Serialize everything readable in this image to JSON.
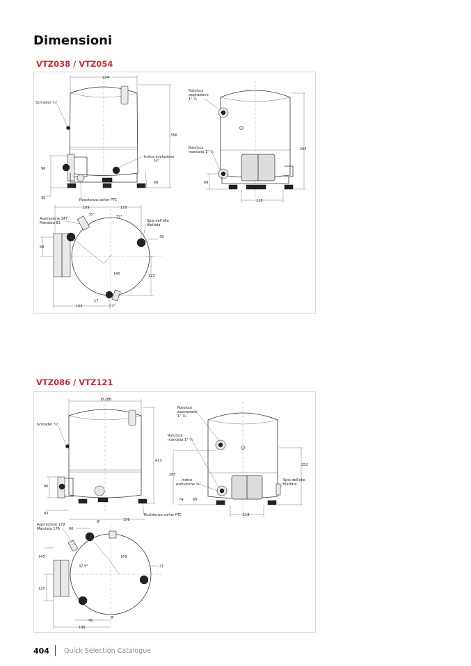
{
  "page": {
    "title": "Dimensioni",
    "number": "404",
    "footer_title": "Quick Selection Catalogue"
  },
  "section1": {
    "title": "VTZ038 / VTZ054",
    "labels": {
      "d224": "224",
      "d356": "356",
      "d96": "96",
      "d68a": "68",
      "d30": "30",
      "d68b": "68",
      "d263": "263",
      "d118a": "118",
      "d109": "109",
      "d118b": "118",
      "d35": "35°",
      "d37": "37°",
      "d39": "39",
      "d68c": "68",
      "d140": "140",
      "d123": "123",
      "d17a": "17",
      "d17b": "17°",
      "d166": "166",
      "schrader": "Schrader ¼\"",
      "indice_1": "Indice evoluzione",
      "indice_2": "⅜\"",
      "resistenza": "Resistenza carter PTC",
      "rot_asp_1": "Rotolock",
      "rot_asp_2": "aspirazione",
      "rot_asp_3": "1\" ¾",
      "rot_man_1": "Rotolock",
      "rot_man_2": "mandata 1\" ¼",
      "aspirazione": "Aspirazione 147",
      "mandata": "Mandata 81",
      "spia_1": "Spia dell'olio",
      "spia_2": "filettata"
    }
  },
  "section2": {
    "title": "VTZ086 / VTZ121",
    "labels": {
      "d288": "Ø 288",
      "d413": "413",
      "d96": "96",
      "d43": "43",
      "d265": "265",
      "d252": "252",
      "d74": "74",
      "d68": "68",
      "d118": "118",
      "d156": "156",
      "d60": "60",
      "d8a": "8°",
      "d145": "145",
      "d169": "169",
      "d375": "37.5°",
      "d21": "21",
      "d125": "125",
      "d96b": "96",
      "d8b": "8°",
      "d196": "196",
      "schrader": "Schrader ¼\"",
      "resistenza": "Resistenza carter PTC",
      "rot_asp_1": "Rotolock",
      "rot_asp_2": "aspirazione",
      "rot_asp_3": "1\" ¾",
      "rot_man_1": "Rotolock",
      "rot_man_2": "mandata 1\" ¼",
      "indice_1": "Indice",
      "indice_2": "evoluzione ⅜\"",
      "spia_1": "Spia dell'olio",
      "spia_2": "filettata",
      "aspirazione": "Aspirazione 179",
      "mandata": "Mandata 176"
    }
  }
}
